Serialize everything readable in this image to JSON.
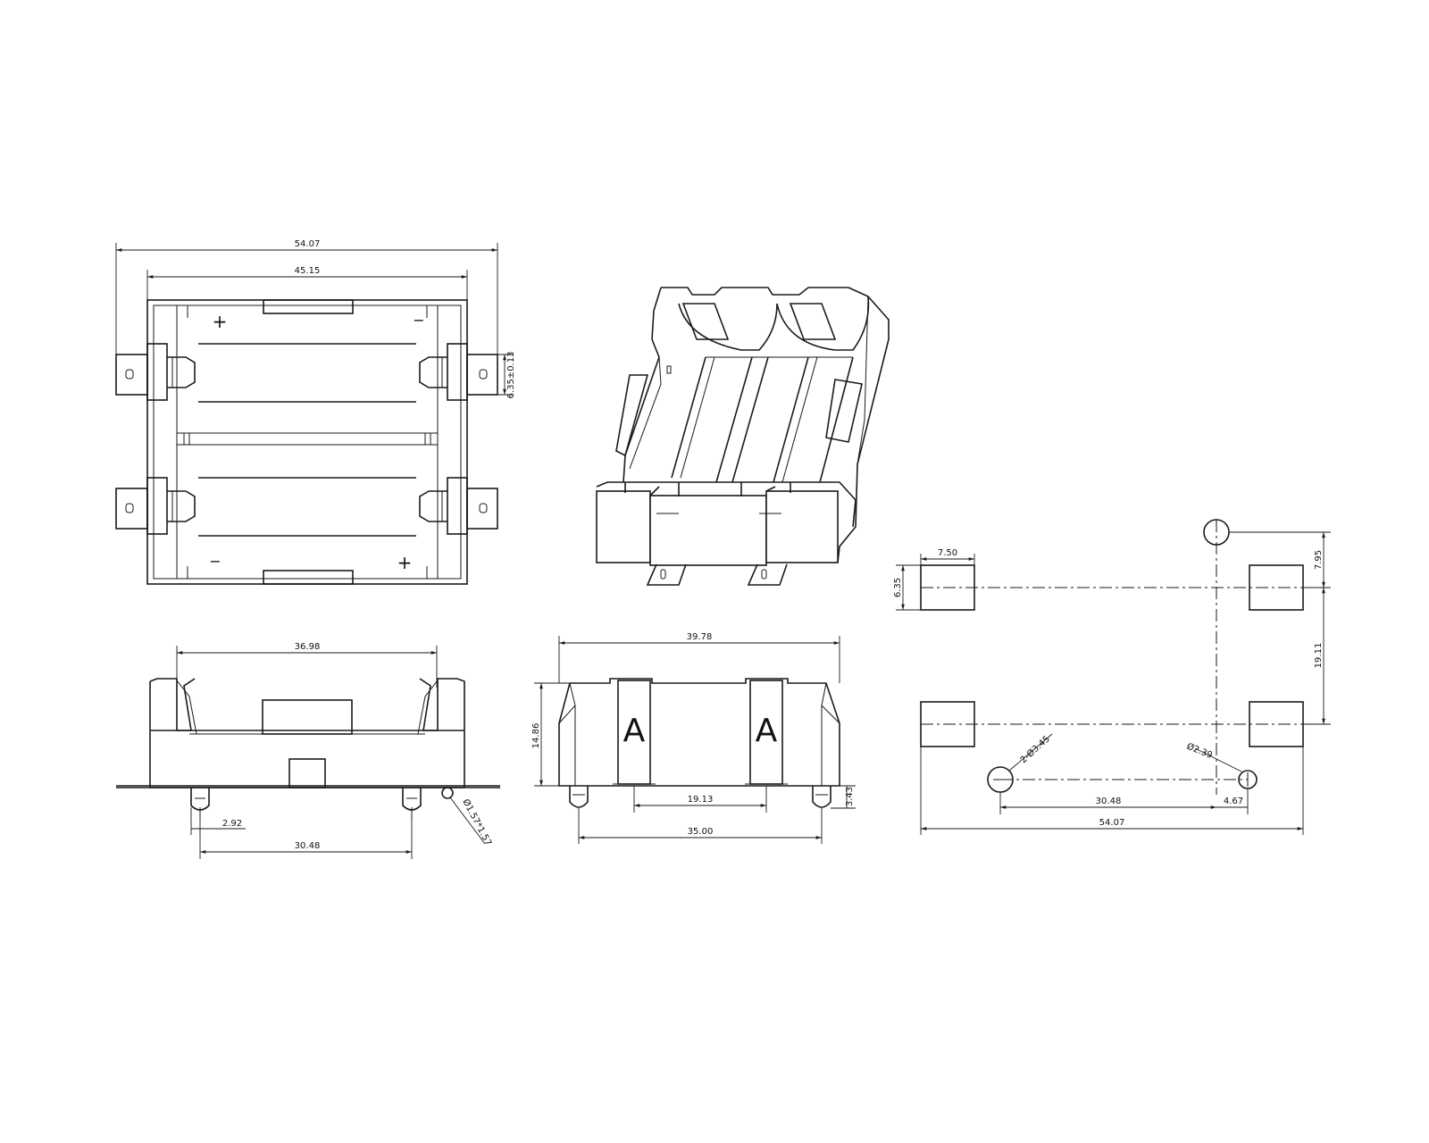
{
  "top_view": {
    "dim_overall_width": "54.07",
    "dim_inner_width": "45.15",
    "dim_tab_width": "6.35±0.13",
    "polarity_plus_top": "+",
    "polarity_minus_top": "−",
    "polarity_minus_bottom": "−",
    "polarity_plus_bottom": "+"
  },
  "side_view": {
    "dim_top_span": "36.98",
    "dim_pin_offset": "2.92",
    "dim_pin_pitch": "30.48",
    "dim_pin_diameter": "Ø1.57*1.57"
  },
  "end_view": {
    "dim_width": "39.78",
    "dim_height": "14.86",
    "dim_clip_spacing": "19.13",
    "dim_pin_spacing": "35.00",
    "dim_pin_height": "3.43",
    "body_letter_left": "A",
    "body_letter_right": "A"
  },
  "pcb_layout": {
    "dim_pad_width": "7.50",
    "dim_pad_height": "6.35",
    "dim_top_offset": "7.95",
    "dim_pad_pitch": "19.11",
    "dim_large_hole": "2-Ø3.45",
    "dim_small_hole": "Ø2.39",
    "dim_hole_pitch": "30.48",
    "dim_hole_offset": "4.67",
    "dim_overall_width": "54.07"
  }
}
